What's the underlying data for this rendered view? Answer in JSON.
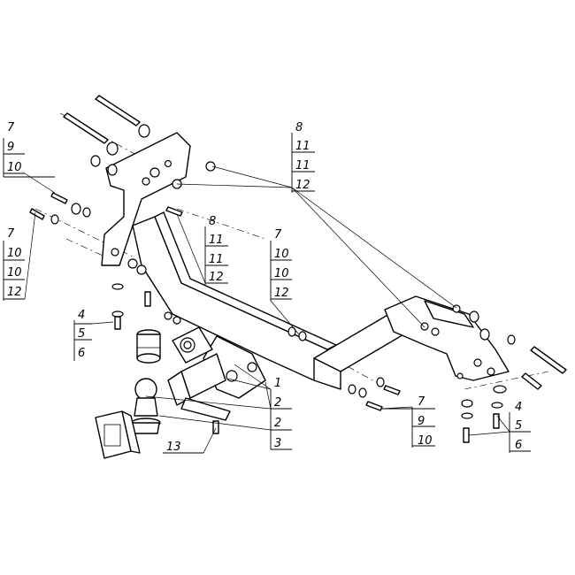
{
  "callouts": {
    "left_top": [
      "7",
      "9",
      "10"
    ],
    "left_mid": [
      "7",
      "10",
      "10",
      "12"
    ],
    "left_low": [
      "4",
      "5",
      "6"
    ],
    "top_center": [
      "8",
      "11",
      "11",
      "12"
    ],
    "center_bracket": [
      "8",
      "11",
      "11",
      "12"
    ],
    "center_mid": [
      "7",
      "10",
      "10",
      "12"
    ],
    "main_parts": [
      "1",
      "2",
      "2",
      "3"
    ],
    "bottom_center": [
      "7",
      "9",
      "10"
    ],
    "right_low": [
      "4",
      "5",
      "6"
    ],
    "connector_label": "13"
  }
}
